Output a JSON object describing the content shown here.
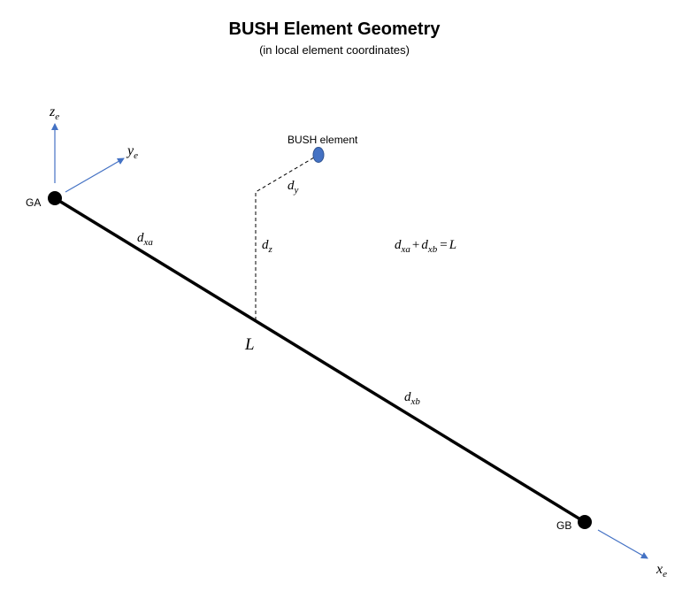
{
  "title": "BUSH Element Geometry",
  "subtitle": "(in local element coordinates)",
  "nodes": {
    "ga": "GA",
    "gb": "GB",
    "bush": "BUSH element"
  },
  "axes": {
    "z": {
      "base": "z",
      "sub": "e"
    },
    "y": {
      "base": "y",
      "sub": "e"
    },
    "x": {
      "base": "x",
      "sub": "e"
    }
  },
  "dimensions": {
    "dxa": {
      "base": "d",
      "sub": "xa"
    },
    "dxb": {
      "base": "d",
      "sub": "xb"
    },
    "dy": {
      "base": "d",
      "sub": "y"
    },
    "dz": {
      "base": "d",
      "sub": "z"
    },
    "length": "L"
  },
  "equation": {
    "t1": "d",
    "t1_sub": "xa",
    "plus": "+",
    "t2": "d",
    "t2_sub": "xb",
    "eq": "=",
    "rhs": "L"
  },
  "colors": {
    "axis_arrow": "#4472C4",
    "bush_fill": "#4472C4",
    "bush_stroke": "#2F528F",
    "element_line": "#000000"
  }
}
